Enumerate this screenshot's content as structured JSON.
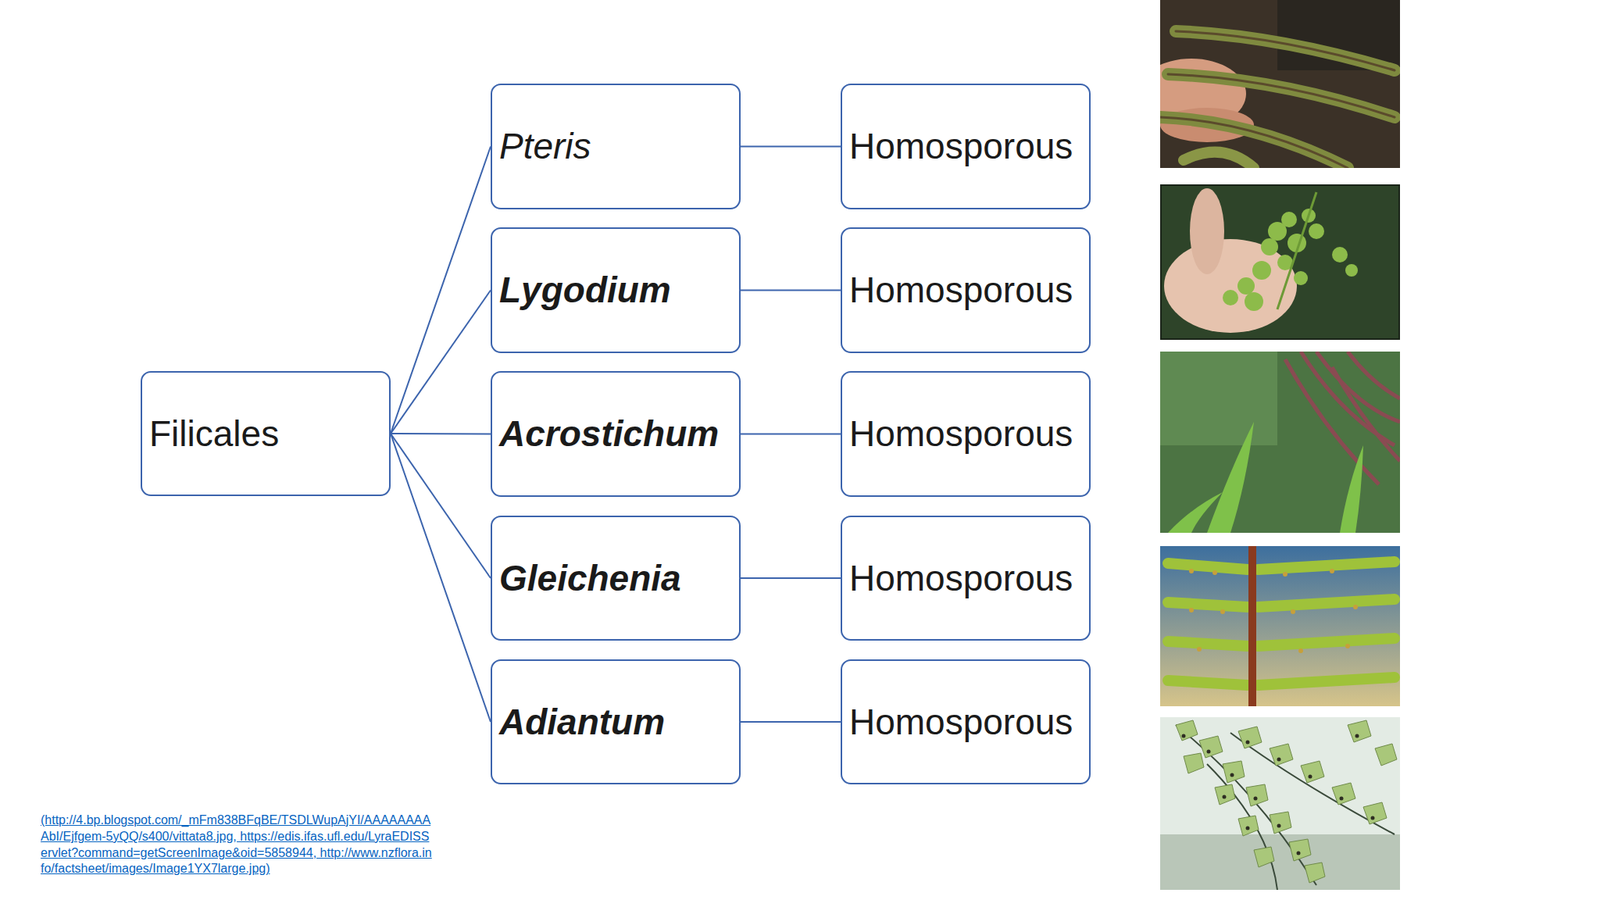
{
  "diagram": {
    "nodes": [
      {
        "text": [
          "Filicales"
        ]
      },
      {
        "text": [
          "Pteris"
        ]
      },
      {
        "text": [
          "Homosporous"
        ]
      },
      {
        "text": [
          "Lygodium"
        ]
      },
      {
        "text": [
          "Homosporous"
        ]
      },
      {
        "text": [
          "Acrostichum"
        ]
      },
      {
        "text": [
          "Homosporous"
        ]
      },
      {
        "text": [
          "Gleichenia"
        ]
      },
      {
        "text": [
          "Homosporous"
        ]
      },
      {
        "text": [
          "Adiantum"
        ]
      },
      {
        "text": [
          "Homosporous"
        ]
      }
    ],
    "edges": [
      {
        "from": 0,
        "to": 1,
        "arrow": "none"
      },
      {
        "from": 0,
        "to": 3,
        "arrow": "none"
      },
      {
        "from": 0,
        "to": 5,
        "arrow": "none"
      },
      {
        "from": 0,
        "to": 7,
        "arrow": "none"
      },
      {
        "from": 0,
        "to": 9,
        "arrow": "none"
      },
      {
        "from": 1,
        "to": 2,
        "arrow": "none"
      },
      {
        "from": 3,
        "to": 4,
        "arrow": "none"
      },
      {
        "from": 5,
        "to": 6,
        "arrow": "none"
      },
      {
        "from": 7,
        "to": 8,
        "arrow": "none"
      },
      {
        "from": 9,
        "to": 10,
        "arrow": "none"
      }
    ],
    "labels": [
      "(http://4.bp.blogspot.com/_mFm838BFqBE/TSDLWupAjYI/AAAAAAAAAbI/Ejfgem-5yQQ/s400/vittata8.jpg, https://edis.ifas.ufl.edu/LyraEDISServlet?command=getScreenImage&oid=5858944, http://www.nzflora.info/factsheet/images/Image1YX7large.jpg)"
    ]
  }
}
